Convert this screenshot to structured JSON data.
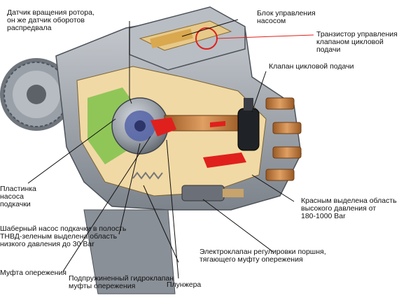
{
  "labels": {
    "rotor_sensor": "Датчик вращения ротора,\nон же датчик оборотов\nраспредвала",
    "control_unit": "Блок управления\nнасосом",
    "transistor": "Транзистор управления\nклапаном цикловой\nподачи",
    "cyclic_valve": "Клапан цикловой подачи",
    "pump_plate": "Пластинка\nнасоса\nподкачки",
    "vane_pump": "Шаберный насос подкачки в полость\nТНВД-зеленым выделена область\nнизкого давления до 30 Bar",
    "high_pressure": "Красным выделена область\nвысокого давления от\n180-1000 Bar",
    "timing_clutch": "Муфта опережения",
    "electrovalve": "Электроклапан регулировки поршня,\nтягающего муфту опережения",
    "hydrovalve": "Подпружиненный гидроклапан\nмуфты опережения",
    "plunger": "Плунжера"
  },
  "colors": {
    "leader_black": "#111111",
    "leader_red": "#e0201c",
    "low_pressure": "#7fc24a",
    "high_pressure": "#e0201c",
    "housing": "#9aa0a8",
    "cutaway": "#f1d9a5"
  }
}
